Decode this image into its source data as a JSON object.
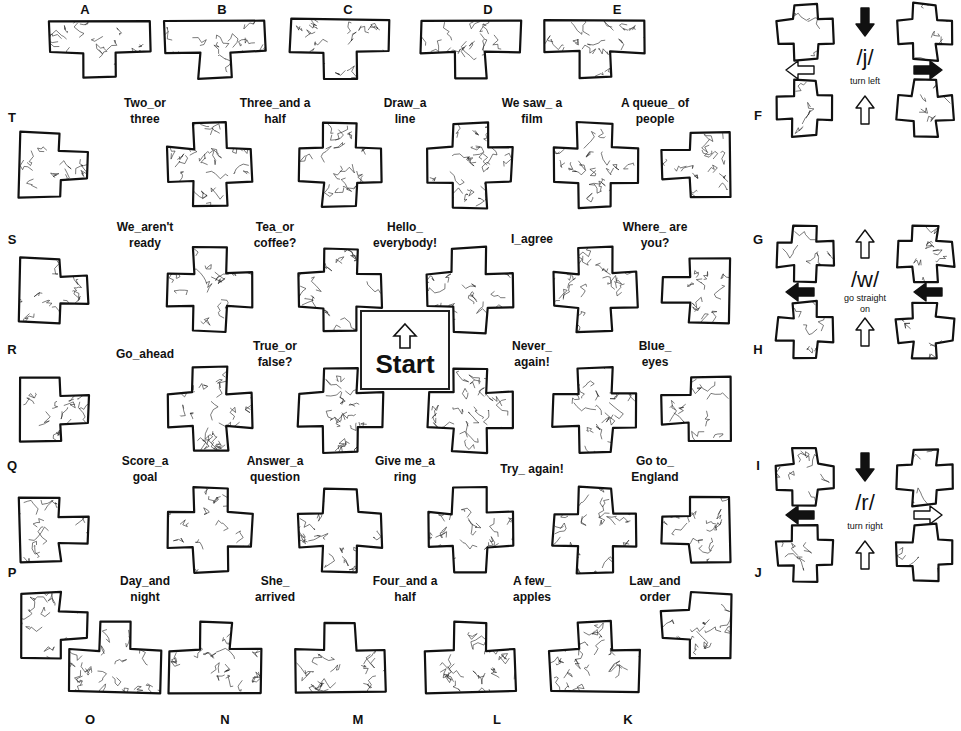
{
  "diagram": {
    "nodes": [
      {
        "text": [
          "Start"
        ]
      }
    ],
    "labels": [
      "A",
      "B",
      "C",
      "D",
      "E",
      "F",
      "G",
      "H",
      "I",
      "J",
      "K",
      "L",
      "M",
      "N",
      "O",
      "P",
      "Q",
      "R",
      "S",
      "T",
      "Two_or three",
      "Three_and a half",
      "Draw_a line",
      "We saw_ a film",
      "A queue_ of people",
      "We_aren't ready",
      "Tea_or coffee?",
      "Hello_ everybody!",
      "I_agree",
      "Where_ are you?",
      "Go_ahead",
      "True_or false?",
      "Never_ again!",
      "Blue_ eyes",
      "Score_a goal",
      "Answer_a question",
      "Give me_a ring",
      "Try_ again!",
      "Go to_ England",
      "Day_and night",
      "She_ arrived",
      "Four_and a half",
      "A few_ apples",
      "Law_and order",
      "/j/",
      "turn left",
      "/w/",
      "go straight on",
      "/r/",
      "turn right"
    ]
  }
}
